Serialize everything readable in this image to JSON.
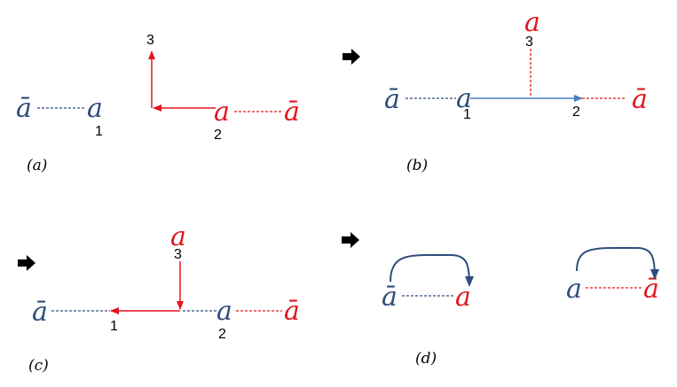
{
  "colors": {
    "blue": "#2e4d7b",
    "red": "#e0171d",
    "arrow_blue": "#4a7bbd",
    "black": "#000000"
  },
  "symbols": {
    "a": "a",
    "abar": "ā"
  },
  "panels": {
    "a": {
      "caption": "(a)",
      "labels": [
        "1",
        "2",
        "3"
      ]
    },
    "b": {
      "caption": "(b)",
      "labels": [
        "1",
        "2",
        "3"
      ]
    },
    "c": {
      "caption": "(c)",
      "labels": [
        "1",
        "2",
        "3"
      ]
    },
    "d": {
      "caption": "(d)"
    }
  }
}
